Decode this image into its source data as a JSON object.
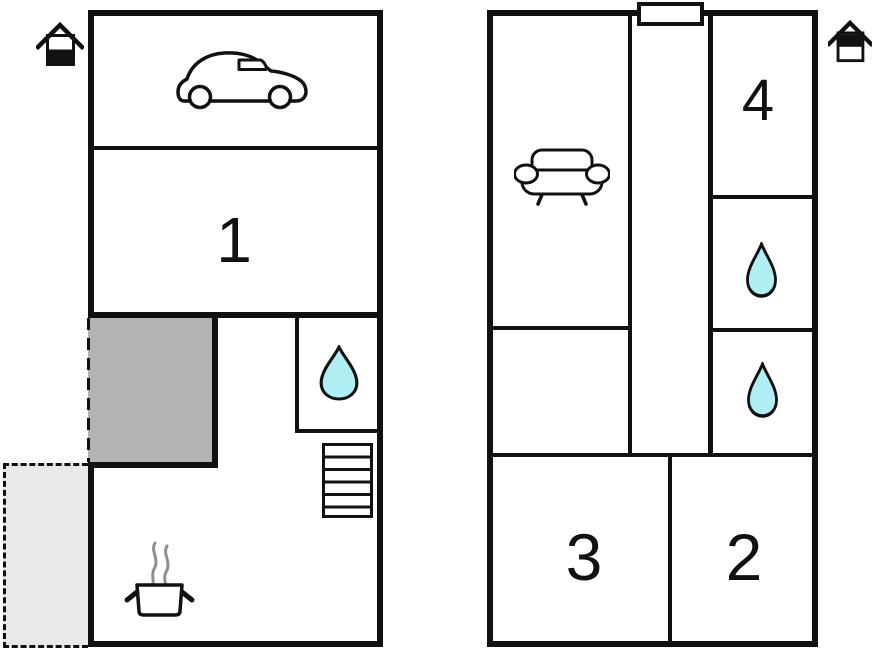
{
  "plans": [
    {
      "name": "ground-floor-plan",
      "level_indicator_icon": "ground-floor-house-icon",
      "room_labels": {
        "room1": "1"
      },
      "icons": [
        "ground-floor-house-icon",
        "car-icon",
        "water-drop-icon",
        "stairs-icon",
        "cooking-pot-icon"
      ]
    },
    {
      "name": "upper-floor-plan",
      "level_indicator_icon": "upper-floor-house-icon",
      "room_labels": {
        "room4": "4",
        "room3": "3",
        "room2": "2"
      },
      "icons": [
        "upper-floor-house-icon",
        "chimney",
        "sofa-icon",
        "water-drop-icon",
        "water-drop-icon"
      ]
    }
  ],
  "colors": {
    "wall": "#111111",
    "background": "#ffffff",
    "water_drop_fill": "#afeef3",
    "terrace_fill": "#b3b3b3",
    "patio_fill": "#e9e9e9",
    "steam": "#8f8f8f"
  }
}
